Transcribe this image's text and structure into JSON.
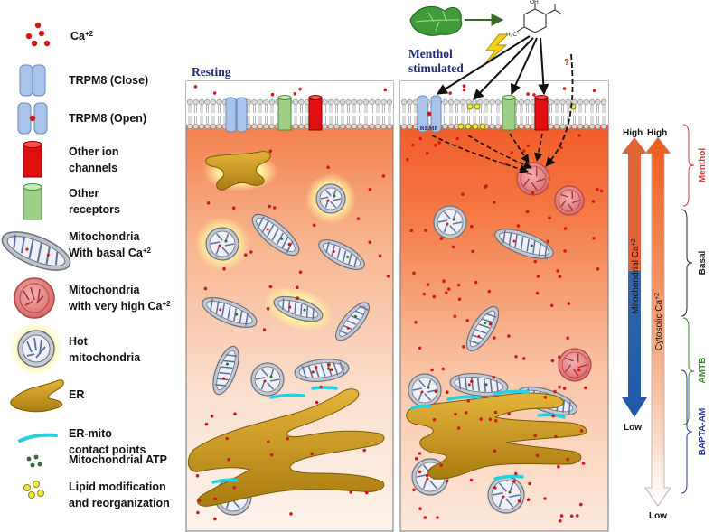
{
  "legend": {
    "items": [
      {
        "id": "ca",
        "lines": [
          "Ca"
        ],
        "sup": "+2"
      },
      {
        "id": "trpm8_close",
        "lines": [
          "TRPM8 (Close)"
        ]
      },
      {
        "id": "trpm8_open",
        "lines": [
          "TRPM8 (Open)"
        ]
      },
      {
        "id": "other_ion",
        "lines": [
          "Other ion",
          "channels"
        ]
      },
      {
        "id": "other_rec",
        "lines": [
          "Other",
          "receptors"
        ]
      },
      {
        "id": "mito_basal",
        "lines": [
          "Mitochondria",
          "With basal Ca"
        ],
        "sup": "+2"
      },
      {
        "id": "mito_high",
        "lines": [
          "Mitochondria",
          "with very high Ca"
        ],
        "sup": "+2"
      },
      {
        "id": "hot_mito",
        "lines": [
          "Hot",
          "mitochondria"
        ]
      },
      {
        "id": "er",
        "lines": [
          "ER"
        ]
      },
      {
        "id": "er_mito",
        "lines": [
          "ER-mito",
          "contact points"
        ]
      },
      {
        "id": "atp",
        "lines": [
          "Mitochondrial ATP"
        ]
      },
      {
        "id": "lipid",
        "lines": [
          "Lipid modification",
          "and reorganization"
        ]
      }
    ]
  },
  "panels": {
    "resting_title": "Resting",
    "menthol_title_1": "Menthol",
    "menthol_title_2": "stimulated",
    "trpm8_tag": "TRPM8",
    "question_mark": "?",
    "molecule_oh": "OH",
    "molecule_h3c": "H₃C"
  },
  "gradient_axis": {
    "mito": {
      "label": "Mitochondrial Ca",
      "sup": "+2",
      "high": "High",
      "low": "Low"
    },
    "cyto": {
      "label": "Cytosolic Ca",
      "sup": "+2",
      "high": "High",
      "low": "Low"
    }
  },
  "brackets": [
    {
      "label": "Menthol",
      "color": "#d23a3a"
    },
    {
      "label": "Basal",
      "color": "#222222"
    },
    {
      "label": "AMTB",
      "color": "#3a8a2e"
    },
    {
      "label": "BAPTA-AM",
      "color": "#2a3aa8"
    }
  ],
  "colors": {
    "calcium": "#d41818",
    "trpm8": "#a9c4ea",
    "ion_channel": "#e01010",
    "receptor": "#9fd08a",
    "mito_high": "#e98a8a",
    "er": "#c89a1c",
    "contact": "#2ad0e0",
    "atp": "#2f6b2a",
    "lipid": "#e8e23a"
  }
}
